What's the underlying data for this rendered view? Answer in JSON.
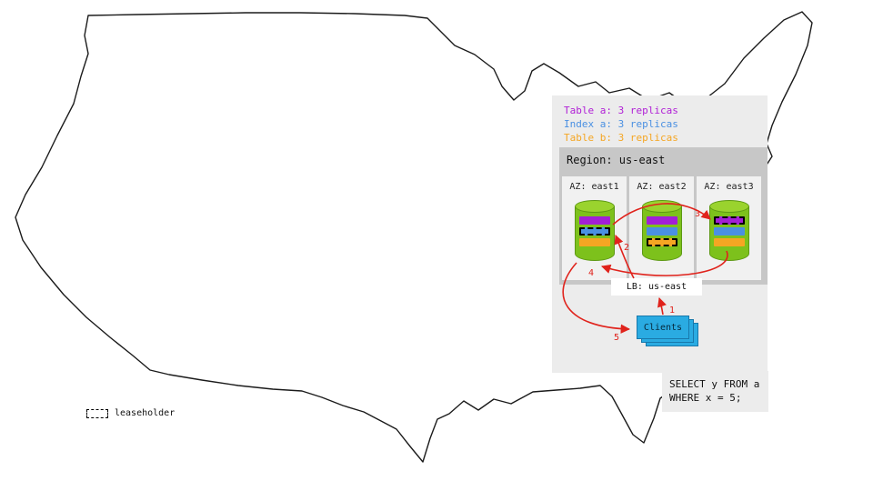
{
  "legend": {
    "items": [
      {
        "label": "Table a: 3 replicas",
        "color": "#b01fd6"
      },
      {
        "label": "Index a: 3 replicas",
        "color": "#4a90e2"
      },
      {
        "label": "Table b: 3 replicas",
        "color": "#f5a623"
      }
    ]
  },
  "region": {
    "title": "Region: us-east",
    "azs": [
      {
        "label": "AZ: east1",
        "leaseholder_of": "Index a"
      },
      {
        "label": "AZ: east2",
        "leaseholder_of": "Table b"
      },
      {
        "label": "AZ: east3",
        "leaseholder_of": "Table a"
      }
    ]
  },
  "load_balancer": {
    "label": "LB: us-east"
  },
  "clients": {
    "label": "Clients"
  },
  "flow": {
    "steps": [
      "1",
      "2",
      "3",
      "4",
      "5"
    ]
  },
  "query": {
    "lines": [
      "SELECT y FROM a",
      "WHERE x = 5;"
    ]
  },
  "map_legend": {
    "leaseholder": "leaseholder"
  },
  "colors": {
    "table_a": "#b01fd6",
    "index_a": "#4a90e2",
    "table_b": "#f5a623",
    "cylinder_green": "#7dc11c",
    "arrow_red": "#e0231c",
    "clients_blue": "#2aabe2",
    "panel_gray": "#ececec",
    "region_gray": "#c7c7c7"
  }
}
